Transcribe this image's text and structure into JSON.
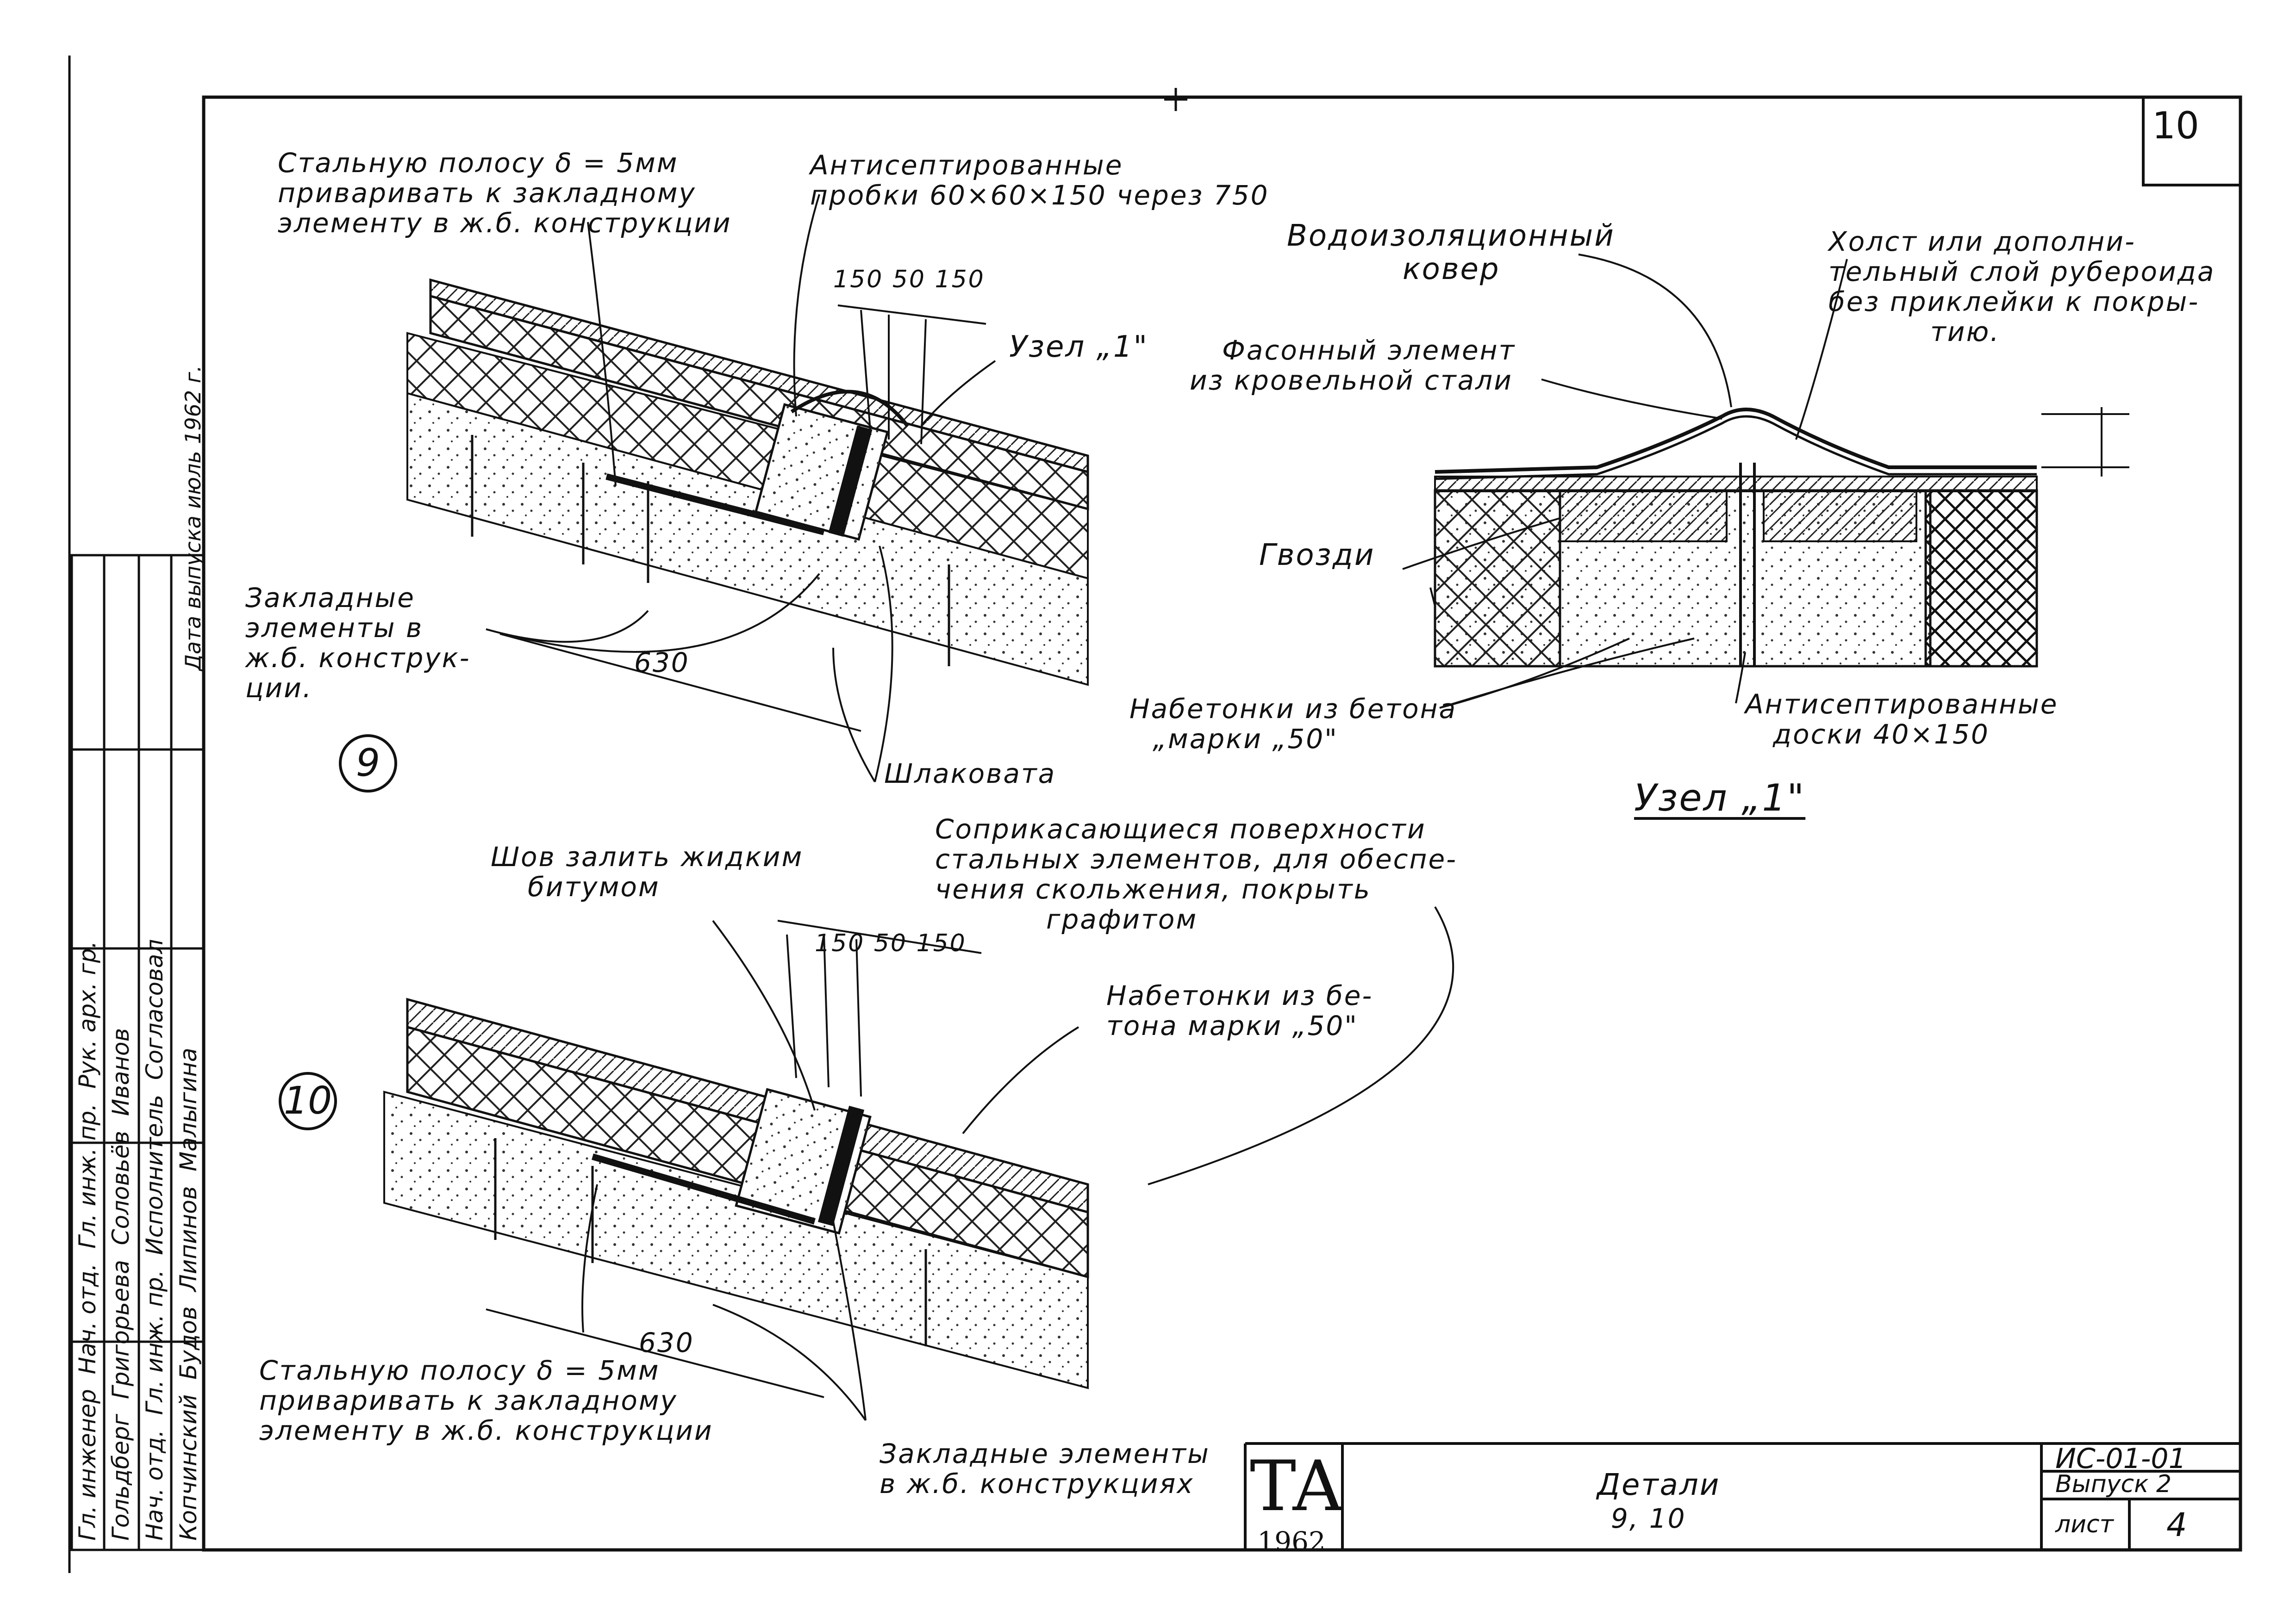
{
  "sheet": {
    "number": "10",
    "title_block": {
      "designation": "ИС-01-01",
      "issue": "Выпуск 2",
      "sheet_label": "лист",
      "sheet_value": "4",
      "title_line1": "Детали",
      "title_line2": "9, 10",
      "logo_letters": "ТА",
      "logo_year": "1962"
    }
  },
  "detail9": {
    "marker": "9",
    "note_strip": [
      "Стальную полосу δ = 5мм",
      "приваривать к закладному",
      "элементу в ж.б. конструкции"
    ],
    "note_plugs": [
      "Антисептированные",
      "пробки 60×60×150 через 750"
    ],
    "dims_top": "150 50 150",
    "node_ref": "Узел „1\"",
    "note_embedded": [
      "Закладные",
      "элементы в",
      "ж.б. конструк-",
      "ции."
    ],
    "dim_span": "630",
    "note_slag": "Шлаковата"
  },
  "node1": {
    "title": "Узел „1\"",
    "note_waterproof": [
      "Водоизоляционный",
      "ковер"
    ],
    "note_canvas": [
      "Холст или дополни-",
      "тельный слой рубероида",
      "без приклейки к покры-",
      "тию."
    ],
    "note_profiled": [
      "Фасонный элемент",
      "из кровельной стали"
    ],
    "note_nails": "Гвозди",
    "note_concrete": [
      "Набетонки из бетона",
      "„марки „50\""
    ],
    "note_boards": [
      "Антисептированные",
      "доски 40×150"
    ]
  },
  "detail10": {
    "marker": "10",
    "note_seam": [
      "Шов залить жидким",
      "битумом"
    ],
    "note_contact": [
      "Соприкасающиеся поверхности",
      "стальных элементов, для обеспе-",
      "чения скольжения, покрыть",
      "графитом"
    ],
    "dims_top": "150 50 150",
    "note_concrete": [
      "Набетонки из бе-",
      "тона марки „50\""
    ],
    "dim_span": "630",
    "note_strip": [
      "Стальную полосу δ = 5мм",
      "приваривать к закладному",
      "элементу в ж.б. конструкции"
    ],
    "note_embedded": [
      "Закладные элементы",
      "в ж.б. конструкциях"
    ]
  },
  "side_stamp": {
    "rows": [
      [
        "Гл. инженер",
        "Гольдберг",
        "Нач. отд.",
        "Копчинский"
      ],
      [
        "Нач. отд.",
        "Григорьева",
        "Гл. инж. пр.",
        "Будов"
      ],
      [
        "Гл. инж. пр.",
        "Соловьёв",
        "Исполнитель",
        "Липинов"
      ],
      [
        "Рук. арх. гр.",
        "Иванов",
        "Согласовал",
        "Малыгина"
      ],
      [
        "Дата выпуска",
        "июль 1962 г."
      ]
    ]
  }
}
